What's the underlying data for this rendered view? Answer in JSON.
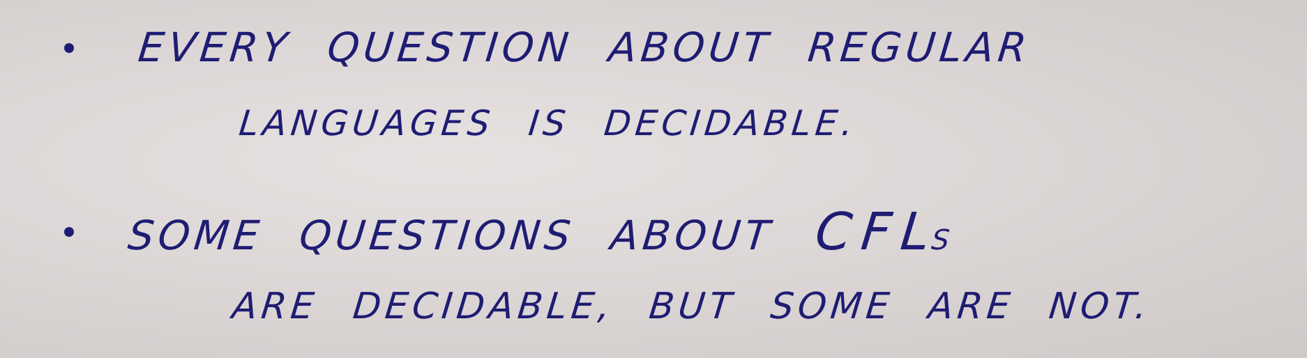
{
  "slide": {
    "bullet1": {
      "line1": "Every question about regular",
      "line2": "languages is decidable."
    },
    "bullet2": {
      "line1_start": "Some questions about",
      "line1_cfl": "CFL",
      "line1_suffix": "s",
      "line2": "are decidable, but some are not."
    }
  }
}
